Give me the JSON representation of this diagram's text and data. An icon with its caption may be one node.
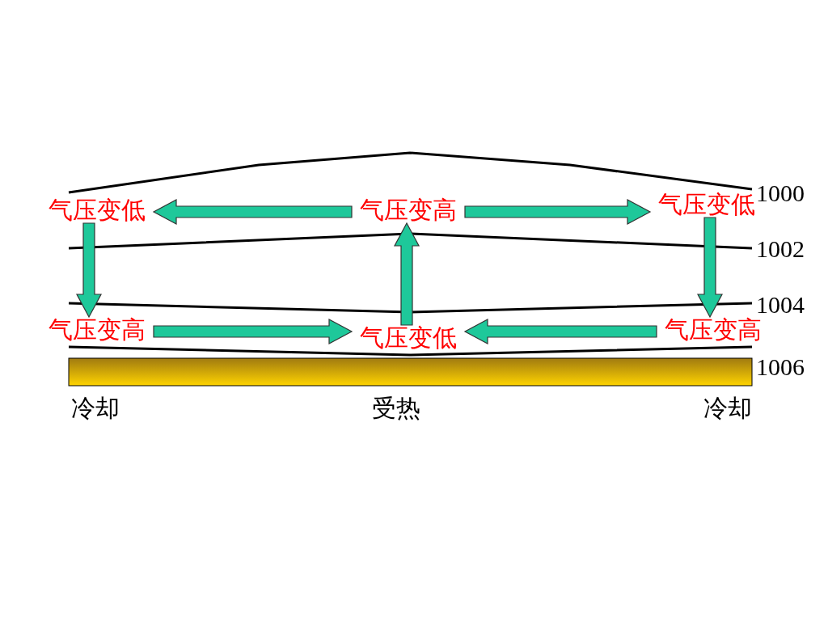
{
  "diagram": {
    "nodes": [
      {
        "text": [
          "气压变低"
        ]
      },
      {
        "text": [
          "气压变高"
        ]
      },
      {
        "text": [
          "气压变低"
        ]
      },
      {
        "text": [
          "气压变高"
        ]
      },
      {
        "text": [
          "气压变低"
        ]
      },
      {
        "text": [
          "气压变高"
        ]
      }
    ],
    "edges": [
      {
        "from": 1,
        "to": 0,
        "arrow": "to",
        "style": "thick"
      },
      {
        "from": 1,
        "to": 2,
        "arrow": "to",
        "style": "thick"
      },
      {
        "from": 0,
        "to": 3,
        "arrow": "to",
        "style": "thick"
      },
      {
        "from": 3,
        "to": 4,
        "arrow": "to",
        "style": "thick"
      },
      {
        "from": 5,
        "to": 4,
        "arrow": "to",
        "style": "thick"
      },
      {
        "from": 4,
        "to": 1,
        "arrow": "to",
        "style": "thick"
      },
      {
        "from": 2,
        "to": 5,
        "arrow": "to",
        "style": "thick"
      }
    ],
    "labels": [
      "1000",
      "1002",
      "1004",
      "1006",
      "冷却",
      "受热",
      "冷却"
    ]
  }
}
